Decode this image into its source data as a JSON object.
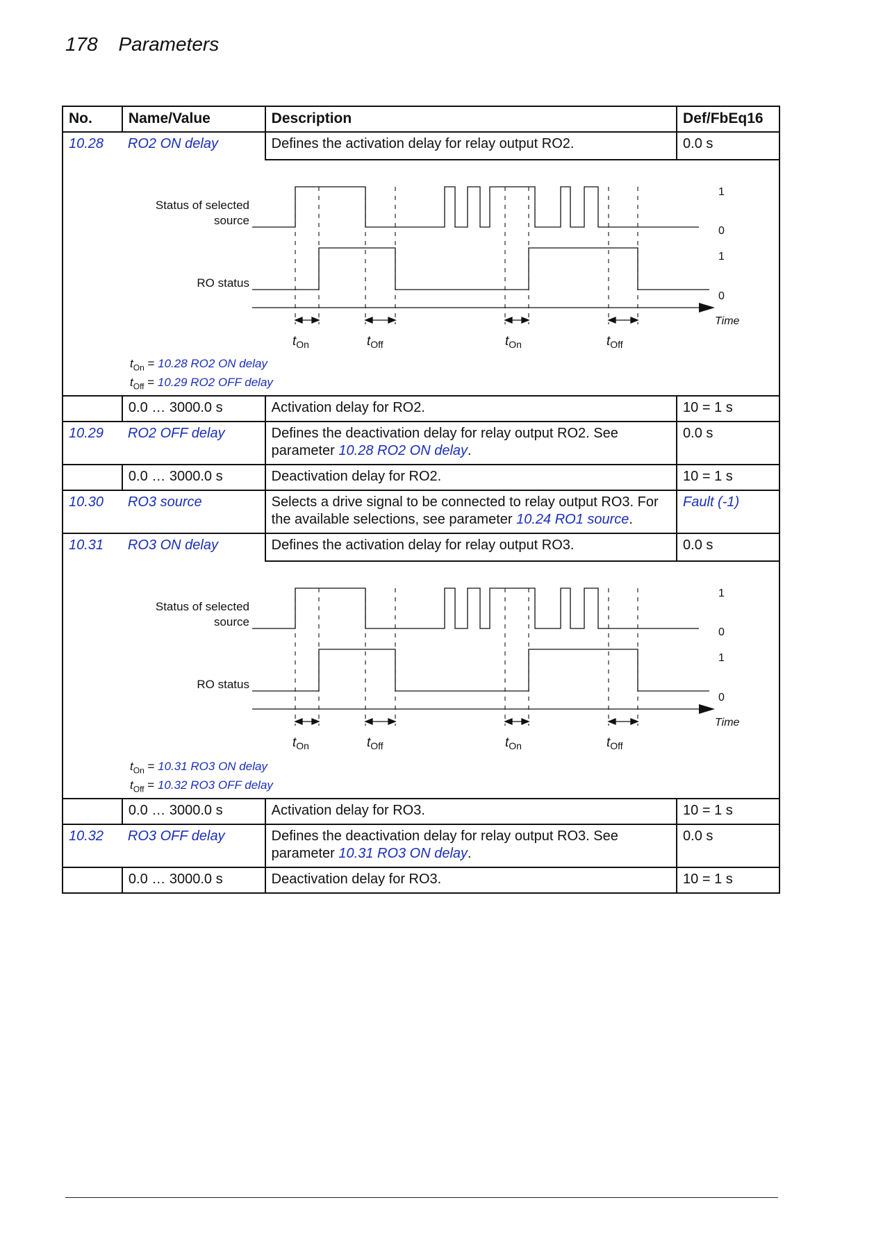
{
  "page": {
    "number": "178",
    "title": "Parameters"
  },
  "table": {
    "headers": {
      "no": "No.",
      "name": "Name/Value",
      "desc": "Description",
      "def": "Def/FbEq16"
    },
    "p1028": {
      "no": "10.28",
      "name": "RO2 ON delay",
      "desc": "Defines the activation delay for relay output RO2.",
      "def": "0.0 s"
    },
    "p1028_range": {
      "name": "0.0 … 3000.0 s",
      "desc": "Activation delay for RO2.",
      "def": "10 = 1 s"
    },
    "p1029": {
      "no": "10.29",
      "name": "RO2 OFF delay",
      "desc_prefix": "Defines the deactivation delay for relay output RO2. See parameter ",
      "desc_link": "10.28 RO2 ON delay",
      "desc_suffix": ".",
      "def": "0.0 s"
    },
    "p1029_range": {
      "name": "0.0 … 3000.0 s",
      "desc": "Deactivation delay for RO2.",
      "def": "10 = 1 s"
    },
    "p1030": {
      "no": "10.30",
      "name": "RO3 source",
      "desc_prefix": "Selects a drive signal to be connected to relay output RO3. For the available selections, see parameter ",
      "desc_link": "10.24 RO1 source",
      "desc_suffix": ".",
      "def": "Fault (-1)"
    },
    "p1031": {
      "no": "10.31",
      "name": "RO3 ON delay",
      "desc": "Defines the activation delay for relay output RO3.",
      "def": "0.0 s"
    },
    "p1031_range": {
      "name": "0.0 … 3000.0 s",
      "desc": "Activation delay for RO3.",
      "def": "10 = 1 s"
    },
    "p1032": {
      "no": "10.32",
      "name": "RO3 OFF delay",
      "desc_prefix": "Defines the deactivation delay for relay output RO3. See parameter ",
      "desc_link": "10.31 RO3 ON delay",
      "desc_suffix": ".",
      "def": "0.0 s"
    },
    "p1032_range": {
      "name": "0.0 … 3000.0 s",
      "desc": "Deactivation delay for RO3.",
      "def": "10 = 1 s"
    }
  },
  "diagram_labels": {
    "status_line1": "Status of selected",
    "status_line2": "source",
    "ro_status": "RO status",
    "level_high": "1",
    "level_low": "0",
    "time": "Time",
    "t": "t",
    "on": "On",
    "off": "Off"
  },
  "diagram1": {
    "legend_on": "10.28 RO2 ON delay",
    "legend_off": "10.29 RO2 OFF delay"
  },
  "diagram2": {
    "legend_on": "10.31 RO3 ON delay",
    "legend_off": "10.32 RO3 OFF delay"
  },
  "colors": {
    "link": "#1a2fb8"
  }
}
